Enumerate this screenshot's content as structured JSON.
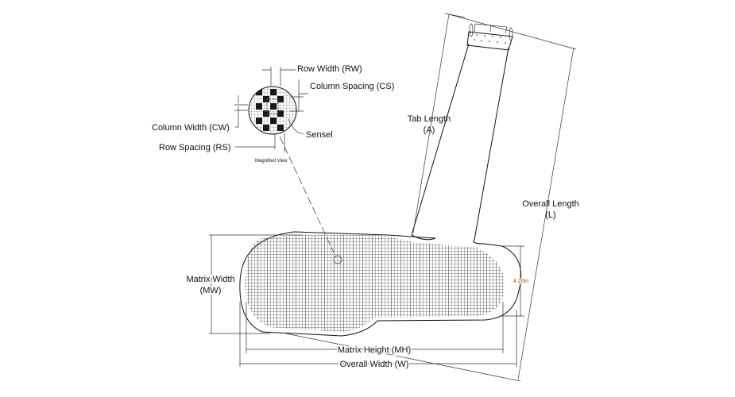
{
  "diagram": {
    "labels": {
      "row_width": "Row Width (RW)",
      "column_spacing": "Column Spacing (CS)",
      "column_width": "Column Width (CW)",
      "sensel": "Sensel",
      "row_spacing": "Row Spacing (RS)",
      "magnified_view": "Magnified View",
      "tab_length_line1": "Tab Length",
      "tab_length_line2": "(A)",
      "overall_length_line1": "Overall Length",
      "overall_length_line2": "(L)",
      "matrix_width_line1": "Matrix Width",
      "matrix_width_line2": "(MW)",
      "matrix_height": "Matrix Height (MH)",
      "overall_width": "Overall Width (W)",
      "dimension_value": "4.20in"
    }
  }
}
